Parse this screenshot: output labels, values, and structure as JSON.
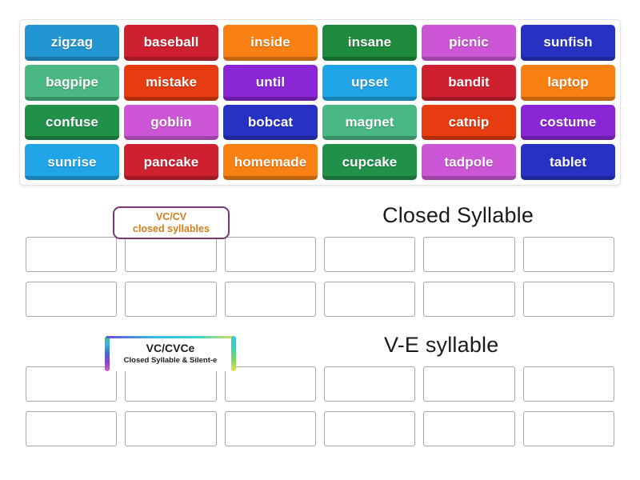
{
  "word_bank": {
    "tiles": [
      {
        "label": "zigzag",
        "color": "#2196d3"
      },
      {
        "label": "baseball",
        "color": "#cf2030"
      },
      {
        "label": "inside",
        "color": "#f98012"
      },
      {
        "label": "insane",
        "color": "#1e8a3c"
      },
      {
        "label": "picnic",
        "color": "#cc56d6"
      },
      {
        "label": "sunfish",
        "color": "#2732c4"
      },
      {
        "label": "bagpipe",
        "color": "#4ab883"
      },
      {
        "label": "mistake",
        "color": "#e63c10"
      },
      {
        "label": "until",
        "color": "#8a26d6"
      },
      {
        "label": "upset",
        "color": "#1fa5e8"
      },
      {
        "label": "bandit",
        "color": "#cf2030"
      },
      {
        "label": "laptop",
        "color": "#f98012"
      },
      {
        "label": "confuse",
        "color": "#21914a"
      },
      {
        "label": "goblin",
        "color": "#cc56d6"
      },
      {
        "label": "bobcat",
        "color": "#2732c4"
      },
      {
        "label": "magnet",
        "color": "#4ab883"
      },
      {
        "label": "catnip",
        "color": "#e63c10"
      },
      {
        "label": "costume",
        "color": "#8a26d6"
      },
      {
        "label": "sunrise",
        "color": "#1fa5e8"
      },
      {
        "label": "pancake",
        "color": "#cf2030"
      },
      {
        "label": "homemade",
        "color": "#f98012"
      },
      {
        "label": "cupcake",
        "color": "#21914a"
      },
      {
        "label": "tadpole",
        "color": "#cc56d6"
      },
      {
        "label": "tablet",
        "color": "#2732c4"
      }
    ]
  },
  "categories": [
    {
      "chip_title": "VC/CV",
      "chip_subtitle": "closed syllables",
      "title": "Closed Syllable",
      "chip_border_color": "#7c3a72",
      "chip_text_color": "#cf7e1e",
      "slots": [
        "",
        "",
        "",
        "",
        "",
        "",
        "",
        "",
        "",
        "",
        "",
        ""
      ]
    },
    {
      "chip_title": "VC/CVCe",
      "chip_subtitle": "Closed Syllable & Silent-e",
      "title": "V-E syllable",
      "chip_text_color": "#1b1b1b",
      "slots": [
        "",
        "",
        "",
        "",
        "",
        "",
        "",
        "",
        "",
        "",
        "",
        ""
      ]
    }
  ]
}
